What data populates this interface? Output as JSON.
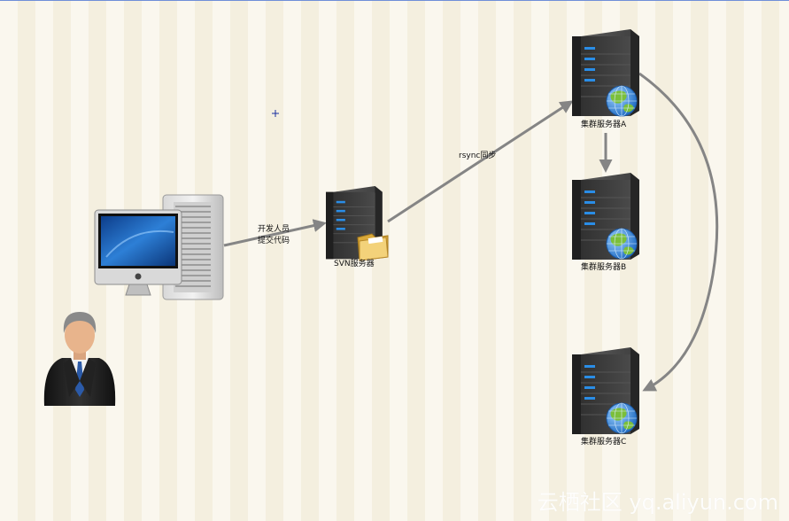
{
  "labels": {
    "dev_line1": "开发人员",
    "dev_line2": "提交代码",
    "svn": "SVN服务器",
    "rsync": "rsync同步",
    "server_a": "集群服务器A",
    "server_b": "集群服务器B",
    "server_c": "集群服务器C"
  },
  "watermark": "云栖社区 yq.aliyun.com",
  "colors": {
    "arrow": "#858585",
    "server_body": "#3a3a3a",
    "server_led": "#2a8de6",
    "globe": "#2f7fd0",
    "land": "#7bbf3a"
  }
}
